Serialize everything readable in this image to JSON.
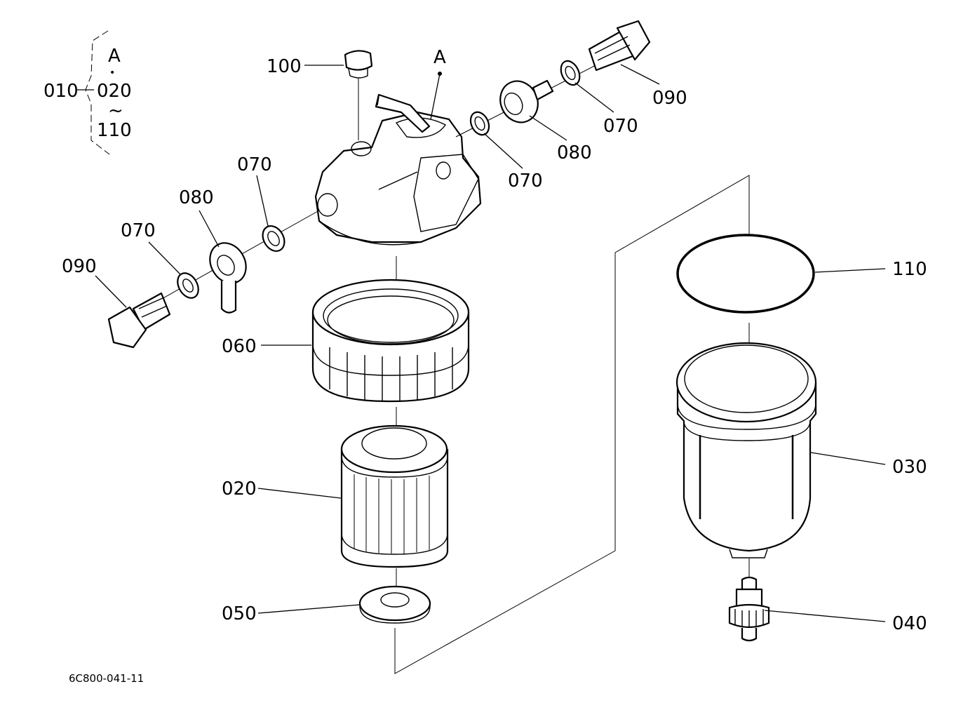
{
  "diagram": {
    "drawing_code": "6C800-041-11",
    "group": {
      "assembly": "010",
      "ref": "A",
      "from": "020",
      "range_mark": "~",
      "to": "110",
      "dot": "•"
    },
    "callout_a": "A",
    "labels": {
      "p100": "100",
      "p090_right": "090",
      "p070_right_top": "070",
      "p080_right": "080",
      "p070_right_mid": "070",
      "p070_left_top": "070",
      "p080_left": "080",
      "p070_left": "070",
      "p090_left": "090",
      "p060": "060",
      "p020": "020",
      "p050": "050",
      "p110": "110",
      "p030": "030",
      "p040": "040"
    }
  }
}
